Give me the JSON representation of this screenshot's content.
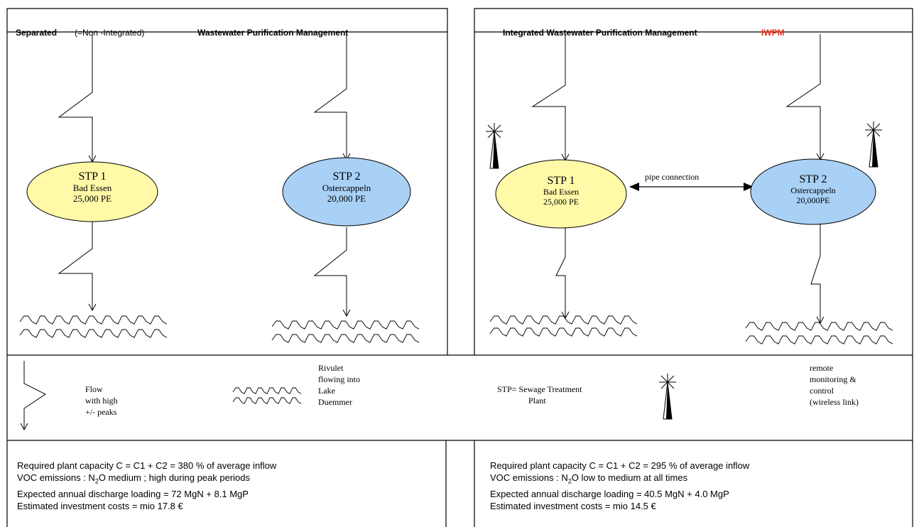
{
  "colors": {
    "stp1_fill": "#fff9a8",
    "stp2_fill": "#a9d0f5",
    "iwpm": "#e8321c",
    "line": "#000000"
  },
  "left_panel": {
    "title_a": "Separated",
    "title_b": "(=Non -Integrated)",
    "title_c": "Wastewater Purification Management",
    "stp1": {
      "name": "STP 1",
      "location": "Bad Essen",
      "pe": "25,000 PE"
    },
    "stp2": {
      "name": "STP 2",
      "location": "Ostercappeln",
      "pe": "20,000 PE"
    }
  },
  "right_panel": {
    "title": "Integrated Wastewater Purification Management",
    "acronym": "IWPM",
    "stp1": {
      "name": "STP 1",
      "location": "Bad Essen",
      "pe": "25,000 PE"
    },
    "stp2": {
      "name": "STP 2",
      "location": "Ostercappeln",
      "pe": "20,000PE"
    },
    "pipe_label": "pipe connection"
  },
  "legend": {
    "flow_lines": [
      "Flow",
      "with high",
      "+/- peaks"
    ],
    "rivulet_lines": [
      "Rivulet",
      "flowing into",
      "Lake",
      "Duemmer"
    ],
    "stp_def_1": "STP= Sewage Treatment",
    "stp_def_2": "Plant",
    "remote_lines": [
      "remote",
      "monitoring &",
      "control",
      "(wireless link)"
    ]
  },
  "left_stats": {
    "line1": "Required plant capacity C = C1 + C2 = 380 % of average inflow",
    "line2_a": "VOC emissions : N",
    "line2_sub": "2",
    "line2_b": "O medium ; high during peak periods",
    "line3": "Expected annual discharge loading = 72 MgN + 8.1 MgP",
    "line4": "Estimated investment costs = mio 17.8 €"
  },
  "right_stats": {
    "line1": "Required plant capacity C = C1 + C2 = 295 % of average inflow",
    "line2_a": "VOC emissions : N",
    "line2_sub": "2",
    "line2_b": "O low to medium at all times",
    "line3": "Expected annual discharge loading = 40.5 MgN + 4.0 MgP",
    "line4": "Estimated investment costs = mio 14.5 €"
  }
}
